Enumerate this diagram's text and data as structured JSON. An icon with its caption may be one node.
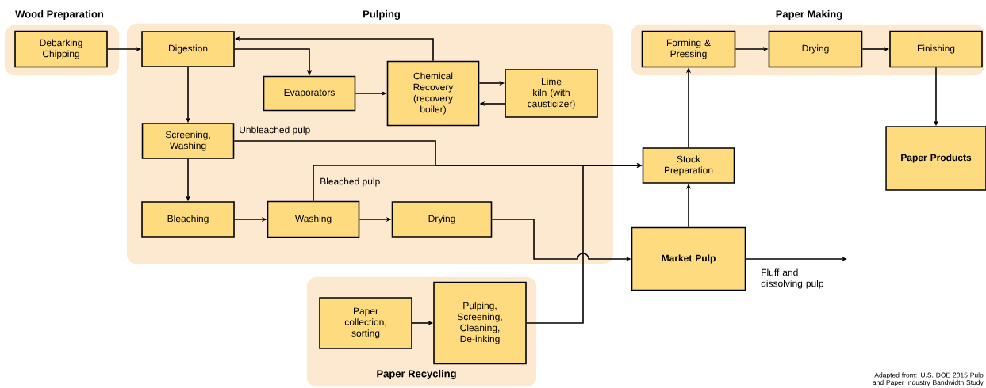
{
  "diagram": {
    "nodes": [
      {
        "text": [
          "Wood Preparation"
        ]
      },
      {
        "text": [
          "Debarking Chipping"
        ],
        "in": 0
      },
      {
        "text": [
          "Pulping"
        ]
      },
      {
        "text": [
          "Digestion"
        ],
        "in": 2
      },
      {
        "text": [
          "Evaporators"
        ],
        "in": 2
      },
      {
        "text": [
          "Chemical Recovery (recovery boiler)"
        ],
        "in": 2
      },
      {
        "text": [
          "Lime kiln (with causticizer)"
        ],
        "in": 2
      },
      {
        "text": [
          "Screening, Washing"
        ],
        "in": 2
      },
      {
        "text": [
          "Bleaching"
        ],
        "in": 2
      },
      {
        "text": [
          "Washing"
        ],
        "in": 2
      },
      {
        "text": [
          "Drying"
        ],
        "in": 2
      },
      {
        "text": [
          "Paper Making"
        ]
      },
      {
        "text": [
          "Forming & Pressing"
        ],
        "in": 11
      },
      {
        "text": [
          "Drying"
        ],
        "in": 11
      },
      {
        "text": [
          "Finishing"
        ],
        "in": 11
      },
      {
        "text": [
          "Paper Products"
        ]
      },
      {
        "text": [
          "Stock Preparation"
        ]
      },
      {
        "text": [
          "Market Pulp"
        ]
      },
      {
        "text": [
          "Paper Recycling"
        ]
      },
      {
        "text": [
          "Paper collection, sorting"
        ],
        "in": 18
      },
      {
        "text": [
          "Pulping, Screening, Cleaning, De-inking"
        ],
        "in": 18
      }
    ],
    "edges": [
      {
        "from": 1,
        "to": 3,
        "arrow": "to"
      },
      {
        "from": 5,
        "to": 3,
        "arrow": "to"
      },
      {
        "from": 3,
        "to": 4,
        "arrow": "to"
      },
      {
        "from": 4,
        "to": 5,
        "arrow": "to"
      },
      {
        "from": 5,
        "to": 6,
        "arrow": "to"
      },
      {
        "from": 6,
        "to": 5,
        "arrow": "to"
      },
      {
        "from": 3,
        "to": 7,
        "arrow": "to"
      },
      {
        "from": 7,
        "to": 8,
        "arrow": "to"
      },
      {
        "from": 8,
        "to": 9,
        "arrow": "to"
      },
      {
        "from": 9,
        "to": 10,
        "arrow": "to"
      },
      {
        "from": 7,
        "to": 16,
        "arrow": "to",
        "label": "Unbleached pulp"
      },
      {
        "from": 9,
        "to": 16,
        "arrow": "to",
        "label": "Bleached pulp"
      },
      {
        "from": 10,
        "to": 17,
        "arrow": "to"
      },
      {
        "from": 20,
        "to": 16,
        "arrow": "to"
      },
      {
        "from": 17,
        "to": 16,
        "arrow": "to"
      },
      {
        "from": 16,
        "to": 12,
        "arrow": "to"
      },
      {
        "from": 12,
        "to": 13,
        "arrow": "to"
      },
      {
        "from": 13,
        "to": 14,
        "arrow": "to"
      },
      {
        "from": 14,
        "to": 15,
        "arrow": "to"
      },
      {
        "from": 19,
        "to": 20,
        "arrow": "to"
      },
      {
        "from": 17,
        "to": null,
        "arrow": "to",
        "label": "Fluff and dissolving pulp"
      }
    ],
    "labels": [
      "Adapted from: U.S. DOE 2015 Pulp and Paper Industry Bandwidth Study"
    ]
  }
}
